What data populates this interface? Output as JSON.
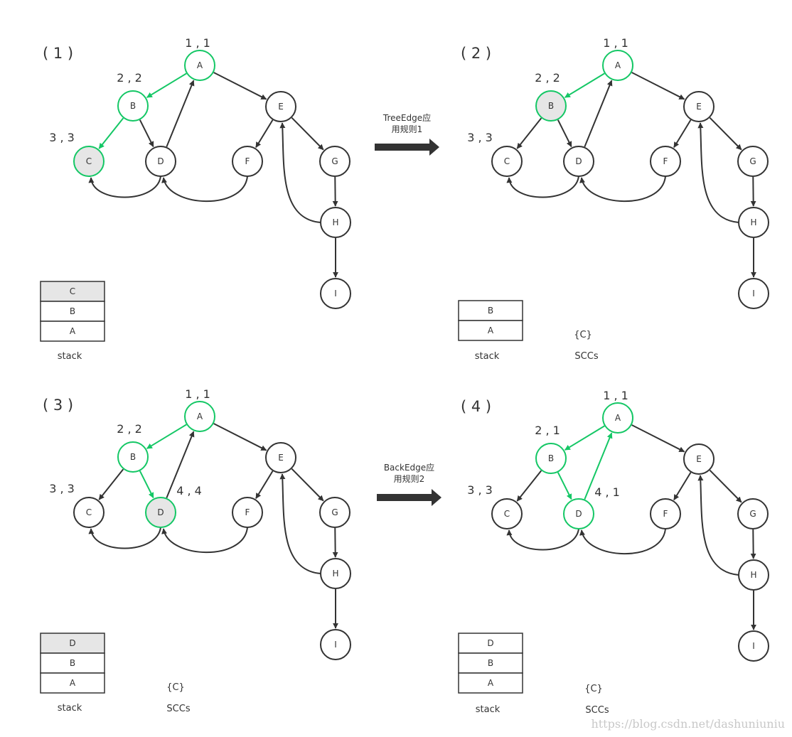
{
  "colors": {
    "black": "#333333",
    "green": "#14c765",
    "fill": "#e6e6e6"
  },
  "panels": [
    {
      "label": "( 1 )",
      "nodes": [
        {
          "id": "A",
          "text": "A",
          "state": "green"
        },
        {
          "id": "B",
          "text": "B",
          "state": "green"
        },
        {
          "id": "C",
          "text": "C",
          "state": "green-fill"
        },
        {
          "id": "D",
          "text": "D",
          "state": "normal"
        },
        {
          "id": "E",
          "text": "E",
          "state": "normal"
        },
        {
          "id": "F",
          "text": "F",
          "state": "normal"
        },
        {
          "id": "G",
          "text": "G",
          "state": "normal"
        },
        {
          "id": "H",
          "text": "H",
          "state": "normal"
        },
        {
          "id": "I",
          "text": "I",
          "state": "normal"
        }
      ],
      "edges": [
        {
          "from": "A",
          "to": "B",
          "color": "green"
        },
        {
          "from": "B",
          "to": "C",
          "color": "green"
        },
        {
          "from": "B",
          "to": "D",
          "color": "black"
        },
        {
          "from": "D",
          "to": "A",
          "color": "black"
        },
        {
          "from": "A",
          "to": "E",
          "color": "black"
        },
        {
          "from": "E",
          "to": "F",
          "color": "black"
        },
        {
          "from": "E",
          "to": "G",
          "color": "black"
        },
        {
          "from": "G",
          "to": "H",
          "color": "black"
        },
        {
          "from": "H",
          "to": "I",
          "color": "black"
        },
        {
          "from": "D",
          "to": "C",
          "color": "black",
          "curve": true
        },
        {
          "from": "F",
          "to": "D",
          "color": "black",
          "curve": true
        },
        {
          "from": "H",
          "to": "E",
          "color": "black",
          "curve": true
        }
      ],
      "annotations": [
        {
          "node": "A",
          "text": "1 , 1"
        },
        {
          "node": "B",
          "text": "2 , 2"
        },
        {
          "node": "C",
          "text": "3 , 3"
        }
      ],
      "stack": [
        {
          "text": "C",
          "highlight": true
        },
        {
          "text": "B",
          "highlight": false
        },
        {
          "text": "A",
          "highlight": false
        }
      ],
      "stack_label": "stack",
      "sccs": "",
      "sccs_label": ""
    },
    {
      "label": "( 2 )",
      "nodes": [
        {
          "id": "A",
          "text": "A",
          "state": "green"
        },
        {
          "id": "B",
          "text": "B",
          "state": "green-fill"
        },
        {
          "id": "C",
          "text": "C",
          "state": "normal"
        },
        {
          "id": "D",
          "text": "D",
          "state": "normal"
        },
        {
          "id": "E",
          "text": "E",
          "state": "normal"
        },
        {
          "id": "F",
          "text": "F",
          "state": "normal"
        },
        {
          "id": "G",
          "text": "G",
          "state": "normal"
        },
        {
          "id": "H",
          "text": "H",
          "state": "normal"
        },
        {
          "id": "I",
          "text": "I",
          "state": "normal"
        }
      ],
      "edges": [
        {
          "from": "A",
          "to": "B",
          "color": "green"
        },
        {
          "from": "B",
          "to": "C",
          "color": "black"
        },
        {
          "from": "B",
          "to": "D",
          "color": "black"
        },
        {
          "from": "D",
          "to": "A",
          "color": "black"
        },
        {
          "from": "A",
          "to": "E",
          "color": "black"
        },
        {
          "from": "E",
          "to": "F",
          "color": "black"
        },
        {
          "from": "E",
          "to": "G",
          "color": "black"
        },
        {
          "from": "G",
          "to": "H",
          "color": "black"
        },
        {
          "from": "H",
          "to": "I",
          "color": "black"
        },
        {
          "from": "D",
          "to": "C",
          "color": "black",
          "curve": true
        },
        {
          "from": "F",
          "to": "D",
          "color": "black",
          "curve": true
        },
        {
          "from": "H",
          "to": "E",
          "color": "black",
          "curve": true
        }
      ],
      "annotations": [
        {
          "node": "A",
          "text": "1 , 1"
        },
        {
          "node": "B",
          "text": "2 , 2"
        },
        {
          "node": "C",
          "text": "3 , 3"
        }
      ],
      "stack": [
        {
          "text": "B",
          "highlight": false
        },
        {
          "text": "A",
          "highlight": false
        }
      ],
      "stack_label": "stack",
      "sccs": "{C}",
      "sccs_label": "SCCs"
    },
    {
      "label": "( 3 )",
      "nodes": [
        {
          "id": "A",
          "text": "A",
          "state": "green"
        },
        {
          "id": "B",
          "text": "B",
          "state": "green"
        },
        {
          "id": "C",
          "text": "C",
          "state": "normal"
        },
        {
          "id": "D",
          "text": "D",
          "state": "green-fill"
        },
        {
          "id": "E",
          "text": "E",
          "state": "normal"
        },
        {
          "id": "F",
          "text": "F",
          "state": "normal"
        },
        {
          "id": "G",
          "text": "G",
          "state": "normal"
        },
        {
          "id": "H",
          "text": "H",
          "state": "normal"
        },
        {
          "id": "I",
          "text": "I",
          "state": "normal"
        }
      ],
      "edges": [
        {
          "from": "A",
          "to": "B",
          "color": "green"
        },
        {
          "from": "B",
          "to": "C",
          "color": "black"
        },
        {
          "from": "B",
          "to": "D",
          "color": "green"
        },
        {
          "from": "D",
          "to": "A",
          "color": "black"
        },
        {
          "from": "A",
          "to": "E",
          "color": "black"
        },
        {
          "from": "E",
          "to": "F",
          "color": "black"
        },
        {
          "from": "E",
          "to": "G",
          "color": "black"
        },
        {
          "from": "G",
          "to": "H",
          "color": "black"
        },
        {
          "from": "H",
          "to": "I",
          "color": "black"
        },
        {
          "from": "D",
          "to": "C",
          "color": "black",
          "curve": true
        },
        {
          "from": "F",
          "to": "D",
          "color": "black",
          "curve": true
        },
        {
          "from": "H",
          "to": "E",
          "color": "black",
          "curve": true
        }
      ],
      "annotations": [
        {
          "node": "A",
          "text": "1 , 1"
        },
        {
          "node": "B",
          "text": "2 , 2"
        },
        {
          "node": "C",
          "text": "3 , 3"
        },
        {
          "node": "D",
          "text": "4 , 4"
        }
      ],
      "stack": [
        {
          "text": "D",
          "highlight": true
        },
        {
          "text": "B",
          "highlight": false
        },
        {
          "text": "A",
          "highlight": false
        }
      ],
      "stack_label": "stack",
      "sccs": "{C}",
      "sccs_label": "SCCs"
    },
    {
      "label": "( 4 )",
      "nodes": [
        {
          "id": "A",
          "text": "A",
          "state": "green"
        },
        {
          "id": "B",
          "text": "B",
          "state": "green"
        },
        {
          "id": "C",
          "text": "C",
          "state": "normal"
        },
        {
          "id": "D",
          "text": "D",
          "state": "green"
        },
        {
          "id": "E",
          "text": "E",
          "state": "normal"
        },
        {
          "id": "F",
          "text": "F",
          "state": "normal"
        },
        {
          "id": "G",
          "text": "G",
          "state": "normal"
        },
        {
          "id": "H",
          "text": "H",
          "state": "normal"
        },
        {
          "id": "I",
          "text": "I",
          "state": "normal"
        }
      ],
      "edges": [
        {
          "from": "A",
          "to": "B",
          "color": "green"
        },
        {
          "from": "B",
          "to": "C",
          "color": "black"
        },
        {
          "from": "B",
          "to": "D",
          "color": "green"
        },
        {
          "from": "D",
          "to": "A",
          "color": "green"
        },
        {
          "from": "A",
          "to": "E",
          "color": "black"
        },
        {
          "from": "E",
          "to": "F",
          "color": "black"
        },
        {
          "from": "E",
          "to": "G",
          "color": "black"
        },
        {
          "from": "G",
          "to": "H",
          "color": "black"
        },
        {
          "from": "H",
          "to": "I",
          "color": "black"
        },
        {
          "from": "D",
          "to": "C",
          "color": "black",
          "curve": true
        },
        {
          "from": "F",
          "to": "D",
          "color": "black",
          "curve": true
        },
        {
          "from": "H",
          "to": "E",
          "color": "black",
          "curve": true
        }
      ],
      "annotations": [
        {
          "node": "A",
          "text": "1 , 1"
        },
        {
          "node": "B",
          "text": "2 , 1"
        },
        {
          "node": "C",
          "text": "3 , 3"
        },
        {
          "node": "D",
          "text": "4 , 1"
        }
      ],
      "stack": [
        {
          "text": "D",
          "highlight": false
        },
        {
          "text": "B",
          "highlight": false
        },
        {
          "text": "A",
          "highlight": false
        }
      ],
      "stack_label": "stack",
      "sccs": "{C}",
      "sccs_label": "SCCs"
    }
  ],
  "transitions": [
    {
      "line1": "TreeEdge应",
      "line2": "用规则1"
    },
    {
      "line1": "BackEdge应",
      "line2": "用规则2"
    }
  ],
  "watermark": "https://blog.csdn.net/dashuniuniu"
}
